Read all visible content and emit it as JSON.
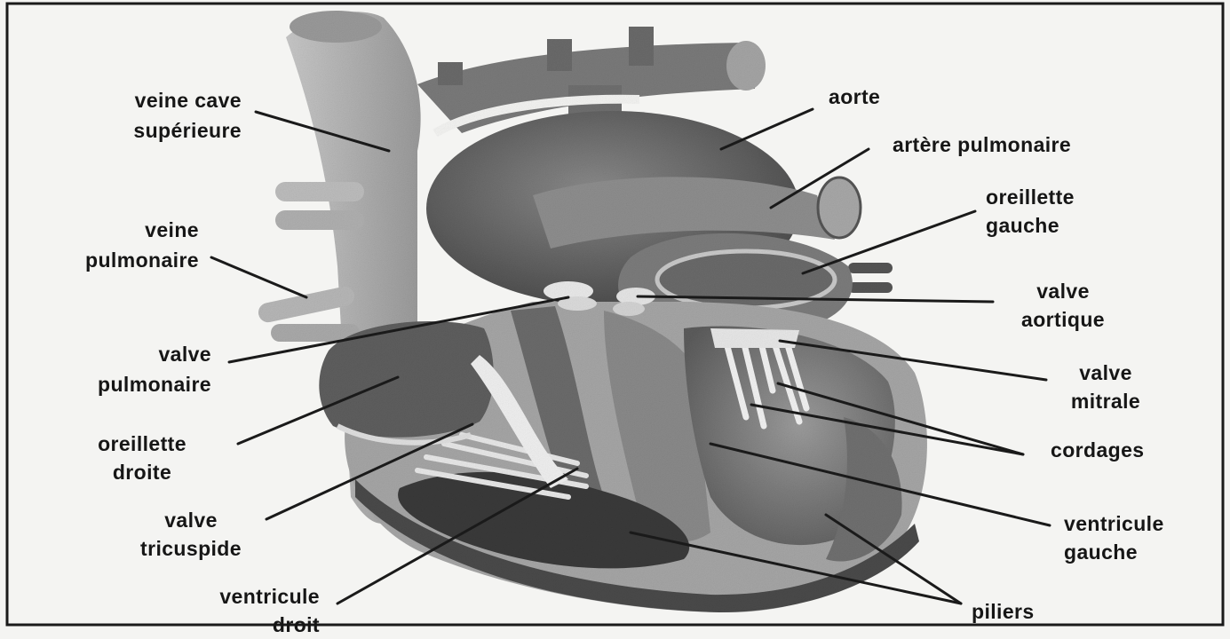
{
  "labels": {
    "vena_cava_superior": [
      "veine cave",
      "supérieure"
    ],
    "pulmonary_vein": [
      "veine",
      "pulmonaire"
    ],
    "pulmonary_valve": [
      "valve",
      "pulmonaire"
    ],
    "right_atrium": [
      "oreillette",
      "droite"
    ],
    "tricuspid_valve": [
      "valve",
      "tricuspide"
    ],
    "right_ventricle": [
      "ventricule",
      "droit"
    ],
    "aorta": [
      "aorte"
    ],
    "pulmonary_artery": [
      "artère pulmonaire"
    ],
    "left_atrium": [
      "oreillette",
      "gauche"
    ],
    "aortic_valve": [
      "valve",
      "aortique"
    ],
    "mitral_valve": [
      "valve",
      "mitrale"
    ],
    "chordae": [
      "cordages"
    ],
    "left_ventricle": [
      "ventricule",
      "gauche"
    ],
    "pillars": [
      "piliers"
    ]
  },
  "colors": {
    "background": "#f4f4f2",
    "border": "#1a1a1a",
    "label_text": "#161616",
    "leader_line": "#1a1a1a",
    "tissue_light": "#b8b8b8",
    "tissue_mid": "#8d8d8d",
    "tissue_dark": "#5a5a5a",
    "cavity_dark": "#3a3a3a"
  },
  "illustration": {
    "subject": "heart-cross-section",
    "style": "greyscale-3d-rendering"
  }
}
